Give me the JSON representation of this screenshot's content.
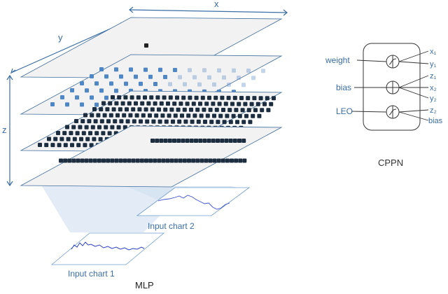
{
  "diagram": {
    "axes": {
      "x": "x",
      "y": "y",
      "z": "z"
    },
    "mlp": {
      "caption": "MLP",
      "input_chart_1_label": "Input chart 1",
      "input_chart_2_label": "Input chart 2"
    },
    "cppn": {
      "caption": "CPPN",
      "outputs": [
        "weight",
        "bias",
        "LEO"
      ],
      "inputs": [
        "x₁",
        "y₁",
        "z₁",
        "x₂",
        "y₂",
        "z₂",
        "bias"
      ]
    },
    "colors": {
      "plane_fill": "#f2f2f2",
      "plane_stroke": "#3f6d9c",
      "axis": "#3a6ea5",
      "light_node": "#4f86c6",
      "dark_node": "#1d2d40",
      "projection": "#d7e4f2",
      "chart_line": "#2a3fc4",
      "label": "#3a6ea5"
    }
  }
}
